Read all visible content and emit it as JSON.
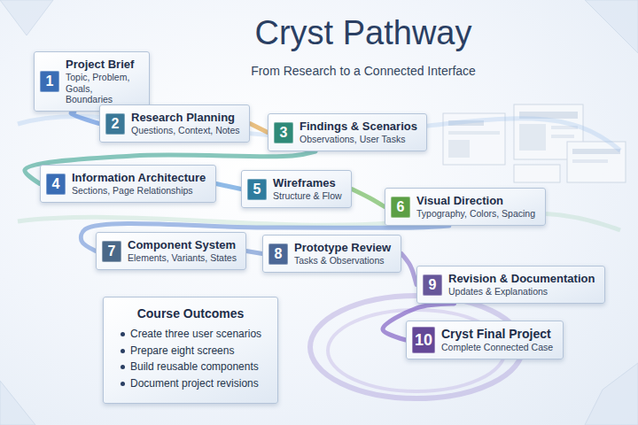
{
  "diagram": {
    "title": "Cryst Pathway",
    "caption": "From Research to a Connected Interface",
    "nodes": [
      {
        "text": [
          "1",
          "Project Brief",
          "Topic, Problem, Goals, Boundaries"
        ]
      },
      {
        "text": [
          "2",
          "Research Planning",
          "Questions, Context, Notes"
        ]
      },
      {
        "text": [
          "3",
          "Findings & Scenarios",
          "Observations, User Tasks"
        ]
      },
      {
        "text": [
          "4",
          "Information Architecture",
          "Sections, Page Relationships"
        ]
      },
      {
        "text": [
          "5",
          "Wireframes",
          "Structure & Flow"
        ]
      },
      {
        "text": [
          "6",
          "Visual Direction",
          "Typography, Colors, Spacing"
        ]
      },
      {
        "text": [
          "7",
          "Component System",
          "Elements, Variants, States"
        ]
      },
      {
        "text": [
          "8",
          "Prototype Review",
          "Tasks & Observations"
        ]
      },
      {
        "text": [
          "9",
          "Revision & Documentation",
          "Updates & Explanations"
        ]
      },
      {
        "text": [
          "10",
          "Cryst Final Project",
          "Complete Connected Case"
        ]
      },
      {
        "text": [
          "Course Outcomes",
          "Create three user scenarios",
          "Prepare eight screens",
          "Build reusable components",
          "Document project revisions"
        ]
      }
    ],
    "edges": [
      {
        "from": 0,
        "to": 1,
        "arrow": "none"
      },
      {
        "from": 1,
        "to": 2,
        "arrow": "none"
      },
      {
        "from": 2,
        "to": 3,
        "arrow": "none"
      },
      {
        "from": 3,
        "to": 4,
        "arrow": "none"
      },
      {
        "from": 4,
        "to": 5,
        "arrow": "none"
      },
      {
        "from": 5,
        "to": 6,
        "arrow": "none"
      },
      {
        "from": 6,
        "to": 7,
        "arrow": "none"
      },
      {
        "from": 7,
        "to": 8,
        "arrow": "none"
      },
      {
        "from": 8,
        "to": 9,
        "arrow": "none"
      }
    ]
  }
}
